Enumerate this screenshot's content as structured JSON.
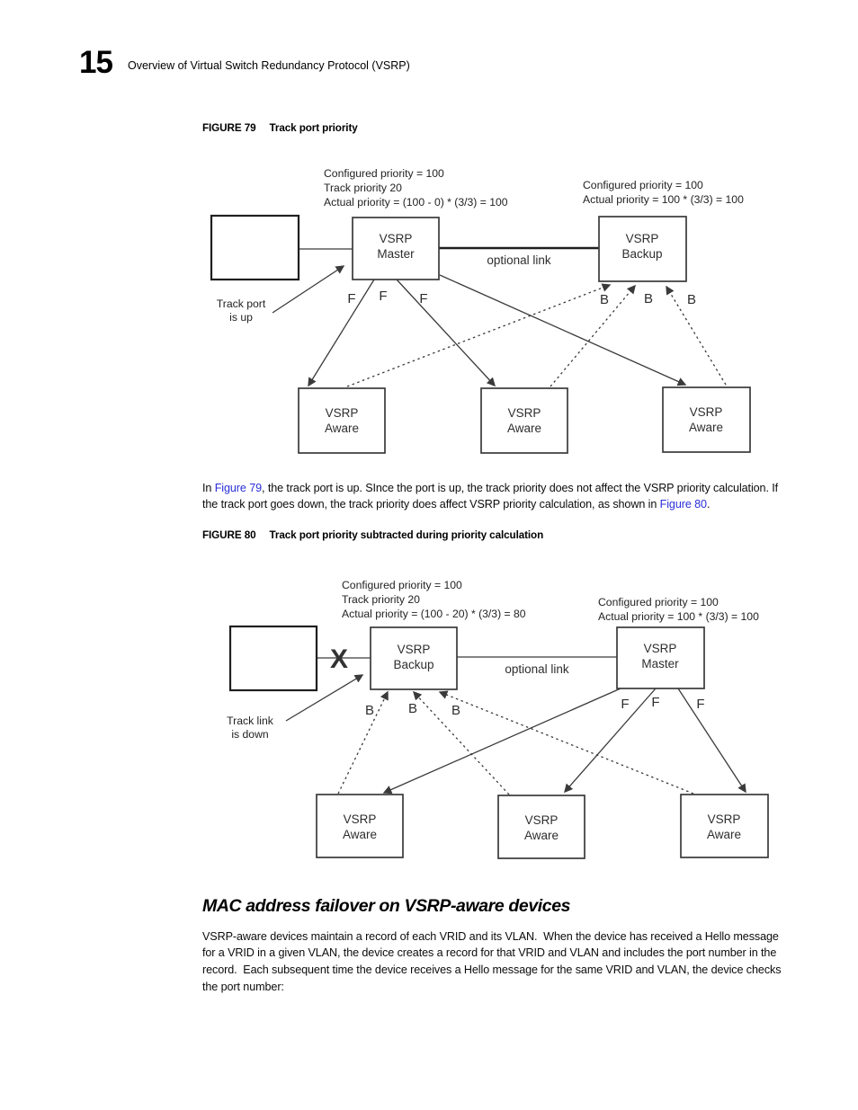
{
  "header": {
    "chapter_number": "15",
    "chapter_title": "Overview of Virtual Switch Redundancy Protocol (VSRP)"
  },
  "fig79": {
    "label": "FIGURE 79",
    "title": "Track port priority",
    "master_annotation": [
      "Configured priority = 100",
      "Track priority 20",
      "Actual priority = (100 - 0) * (3/3) = 100"
    ],
    "backup_annotation": [
      "Configured priority = 100",
      "Actual priority = 100 * (3/3) = 100"
    ],
    "master": [
      "VSRP",
      "Master"
    ],
    "backup": [
      "VSRP",
      "Backup"
    ],
    "aware": [
      "VSRP",
      "Aware"
    ],
    "optional_link": "optional link",
    "track_note": [
      "Track port",
      "is up"
    ],
    "flood_label": "F",
    "backup_label": "B"
  },
  "para1": {
    "t1": "In ",
    "link1": "Figure 79",
    "t2": ", the track port is up. SInce the port is up, the track priority does not affect the VSRP priority calculation. If the track port goes down, the track priority does affect VSRP priority calculation, as shown in ",
    "link2": "Figure 80",
    "t3": "."
  },
  "fig80": {
    "label": "FIGURE 80",
    "title": "Track port priority subtracted during priority calculation",
    "backup_annotation": [
      "Configured priority = 100",
      "Track priority 20",
      "Actual priority = (100 - 20) * (3/3) = 80"
    ],
    "master_annotation": [
      "Configured priority = 100",
      "Actual priority = 100 * (3/3) = 100"
    ],
    "master": [
      "VSRP",
      "Master"
    ],
    "backup": [
      "VSRP",
      "Backup"
    ],
    "aware": [
      "VSRP",
      "Aware"
    ],
    "optional_link": "optional link",
    "track_note": [
      "Track link",
      "is down"
    ],
    "x_mark": "X",
    "flood_label": "F",
    "backup_label": "B"
  },
  "section": {
    "heading": "MAC address failover on VSRP-aware devices",
    "para": "VSRP-aware devices maintain a record of each VRID and its VLAN.  When the device has received a Hello message for a VRID in a given VLAN, the device creates a record for that VRID and VLAN and includes the port number in the record.  Each subsequent time the device receives a Hello message for the same VRID and VLAN, the device checks the port number:"
  },
  "colors": {
    "link_blue": "#2b2fd8",
    "diagram_stroke": "#3a3a3a"
  }
}
